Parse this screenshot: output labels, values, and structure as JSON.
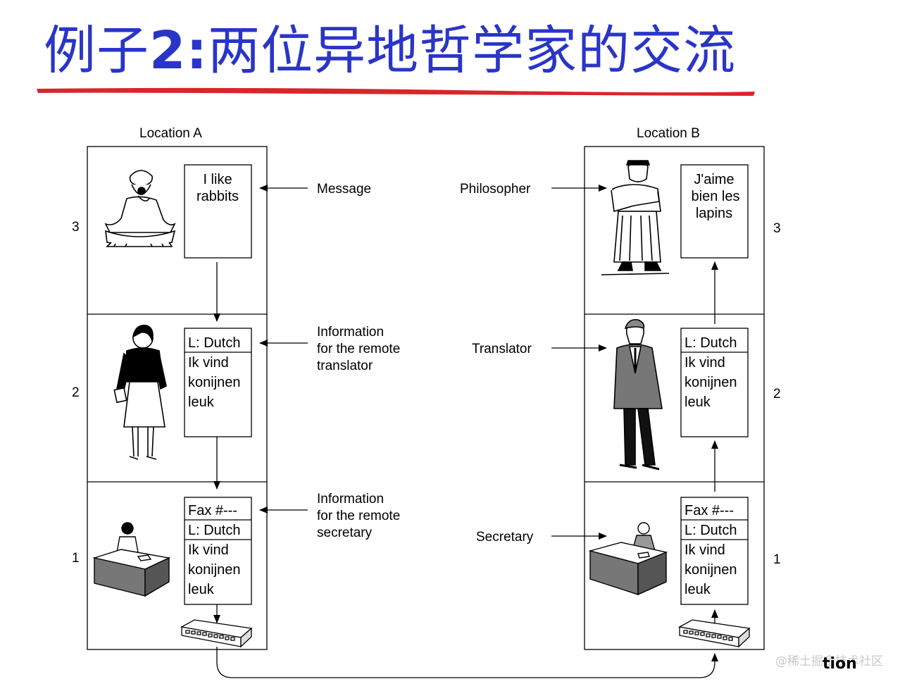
{
  "title": {
    "prefix": "例子",
    "number": "2:",
    "rest": "两位异地哲学家的交流"
  },
  "location_a": "Location A",
  "location_b": "Location B",
  "layers_left": [
    "3",
    "2",
    "1"
  ],
  "layers_right": [
    "3",
    "2",
    "1"
  ],
  "left_boxes": {
    "message": [
      "I like",
      "rabbits"
    ],
    "translator": [
      "L: Dutch",
      "Ik vind",
      "konijnen",
      "leuk"
    ],
    "secretary": [
      "Fax #---",
      "L: Dutch",
      "Ik vind",
      "konijnen",
      "leuk"
    ]
  },
  "right_boxes": {
    "message": [
      "J'aime",
      "bien les",
      "lapins"
    ],
    "translator": [
      "L: Dutch",
      "Ik vind",
      "konijnen",
      "leuk"
    ],
    "secretary": [
      "Fax #---",
      "L: Dutch",
      "Ik vind",
      "konijnen",
      "leuk"
    ]
  },
  "middle_labels": {
    "message": "Message",
    "info_translator": [
      "Information",
      "for the remote",
      "translator"
    ],
    "info_secretary": [
      "Information",
      "for the remote",
      "secretary"
    ],
    "philosopher": "Philosopher",
    "translator": "Translator",
    "secretary": "Secretary"
  },
  "watermark": "@稀土掘金技术社区",
  "corner_text": "tion",
  "colors": {
    "title": "#2a35c8",
    "underline": "#d8262b"
  }
}
